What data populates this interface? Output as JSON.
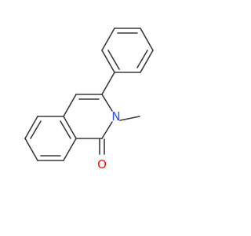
{
  "molecule": {
    "atoms": [
      {
        "id": "N2",
        "element": "N",
        "label": "N",
        "color": "#3050f8"
      },
      {
        "id": "O1",
        "element": "O",
        "label": "O",
        "color": "#ff0d0d"
      }
    ],
    "bond_color": "#3a3a3a"
  }
}
